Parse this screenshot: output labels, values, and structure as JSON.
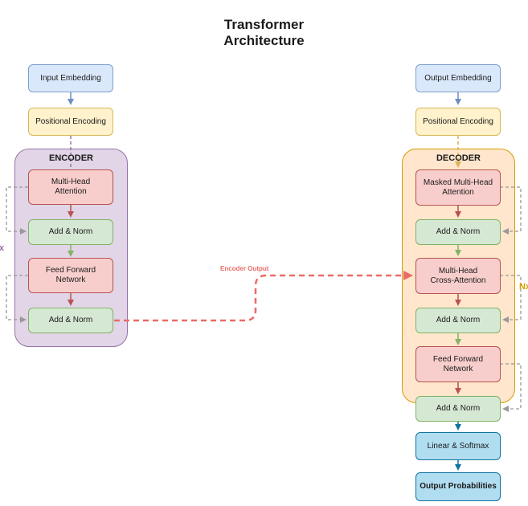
{
  "title_line1": "Transformer",
  "title_line2": "Architecture",
  "encoder": {
    "container_label": "ENCODER",
    "repeat_label": "Nx",
    "input_embedding": "Input Embedding",
    "positional_encoding": "Positional Encoding",
    "attention": "Multi-Head\nAttention",
    "add_norm_1": "Add & Norm",
    "feed_forward": "Feed Forward\nNetwork",
    "add_norm_2": "Add & Norm",
    "output_label": "Encoder Output"
  },
  "decoder": {
    "container_label": "DECODER",
    "repeat_label": "Nx",
    "output_embedding": "Output Embedding",
    "positional_encoding": "Positional Encoding",
    "masked_attention": "Masked Multi-Head\nAttention",
    "add_norm_1": "Add & Norm",
    "cross_attention": "Multi-Head\nCross-Attention",
    "add_norm_2": "Add & Norm",
    "feed_forward": "Feed Forward\nNetwork",
    "add_norm_3": "Add & Norm",
    "linear_softmax": "Linear & Softmax",
    "output_probabilities": "Output Probabilities"
  },
  "colors": {
    "embedding": "#dae8fc",
    "positional": "#fff2cc",
    "attention": "#f8cecc",
    "add_norm": "#d5e8d4",
    "output": "#b1ddf0",
    "encoder_container": "#e1d5e7",
    "decoder_container": "#ffe6cc",
    "encoder_output_arrow": "#ea6b66"
  }
}
